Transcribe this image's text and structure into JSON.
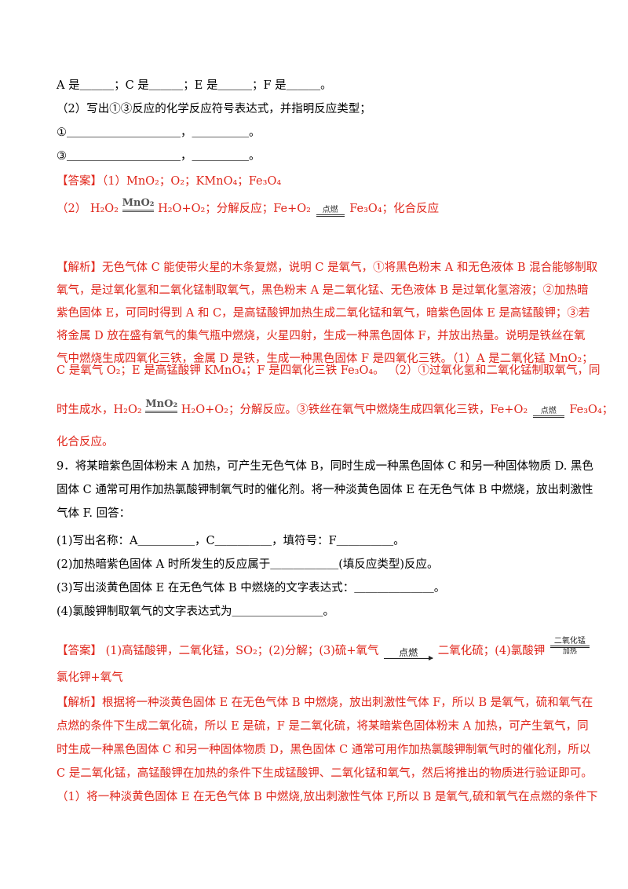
{
  "q8": {
    "line1": "A 是＿＿＿；C 是＿＿＿；E 是＿＿＿；F 是＿＿＿。",
    "line2": "（2）写出①③反应的化学反应符号表达式，并指明反应类型；",
    "line3": "①＿＿＿＿＿＿＿＿＿＿，＿＿＿＿＿。",
    "line4": "③＿＿＿＿＿＿＿＿＿＿，＿＿＿＿＿。",
    "answer_label": "【答案】",
    "answer_part1": "（1）MnO₂；O₂；KMnO₄；Fe₃O₄",
    "answer_part2_prefix": "（2）  H₂O₂",
    "catalyst": "MnO₂",
    "answer_part2_mid": "H₂O+O₂；分解反应；Fe+O₂",
    "ignite": "点燃",
    "answer_part2_end": "Fe₃O₄；化合反应",
    "analysis_label": "【解析】",
    "analysis_lines": [
      "无色气体 C 能使带火星的木条复燃，说明 C 是氧气，①将黑色粉末 A 和无色液体 B 混合能够制取",
      "氧气，是过氧化氢和二氧化锰制取氧气，黑色粉末 A 是二氧化锰、无色液体 B 是过氧化氢溶液；②加热暗",
      "紫色固体 E，可同时得到 A 和 C，是高锰酸钾加热生成二氧化锰和氧气，暗紫色固体 E 是高锰酸钾；③若",
      "将金属 D 放在盛有氧气的集气瓶中燃烧，火星四射，生成一种黑色固体 F，并放出热量。说明是铁丝在氧",
      "气中燃烧生成四氧化三铁，金属 D 是铁，生成一种黑色固体 F 是四氧化三铁。（1）A 是二氧化锰 MnO₂；",
      "C 是氧气 O₂；E 是高锰酸钾 KMnO₄；F 是四氧化三铁 Fe₃O₄。  （2）①过氧化氢和二氧化锰制取氧气，同"
    ],
    "analysis_last_prefix": "时生成水，H₂O₂",
    "analysis_last_mid": "H₂O+O₂；分解反应。③铁丝在氧气中燃烧生成四氧化三铁，Fe+O₂",
    "analysis_last_end": "Fe₃O₄；",
    "analysis_tail": "化合反应。"
  },
  "q9": {
    "lines": [
      "9．将某暗紫色固体粉末 A 加热，可产生无色气体 B，同时生成一种黑色固体 C 和另一种固体物质 D. 黑色",
      "固体 C 通常可用作加热氯酸钾制氧气时的催化剂。将一种淡黄色固体 E 在无色气体 B 中燃烧，放出刺激性",
      "气体 F. 回答：",
      "(1)写出名称：A＿＿＿＿＿，C＿＿＿＿＿，填符号：F＿＿＿＿＿。",
      "(2)加热暗紫色固体 A 时所发生的反应属于＿＿＿＿＿＿(填反应类型)反应。",
      "(3)写出淡黄色固体 E 在无色气体 B 中燃烧的文字表达式：＿＿＿＿＿＿＿。",
      "(4)氯酸钾制取氧气的文字表达式为＿＿＿＿＿＿＿＿。"
    ],
    "answer_label": "【答案】",
    "answer_prefix": " (1)高锰酸钾，二氧化锰，SO₂；(2)分解；(3)硫+氧气",
    "answer_ignite": "点燃",
    "answer_mid": "二氧化硫；(4)氯酸钾",
    "cond_top": "二氧化锰",
    "cond_bottom": "加热",
    "answer_tail": "氯化钾+氧气",
    "analysis_label": "【解析】",
    "analysis_lines": [
      "根据将一种淡黄色固体 E 在无色气体 B 中燃烧，放出刺激性气体 F，所以 B 是氧气，硫和氧气在",
      "点燃的条件下生成二氧化硫，所以 E 是硫，F 是二氧化硫，将某暗紫色固体粉末 A 加热，可产生氧气，同",
      "时生成一种黑色固体 C 和另一种固体物质 D，黑色固体 C 通常可用作加热氯酸钾制氧气时的催化剂，所以",
      "C 是二氧化锰，高锰酸钾在加热的条件下生成锰酸钾、二氧化锰和氧气，然后将推出的物质进行验证即可。",
      "（1）将一种淡黄色固体 E 在无色气体 B 中燃烧,放出刺激性气体 F,所以 B 是氧气,硫和氧气在点燃的条件下"
    ]
  }
}
